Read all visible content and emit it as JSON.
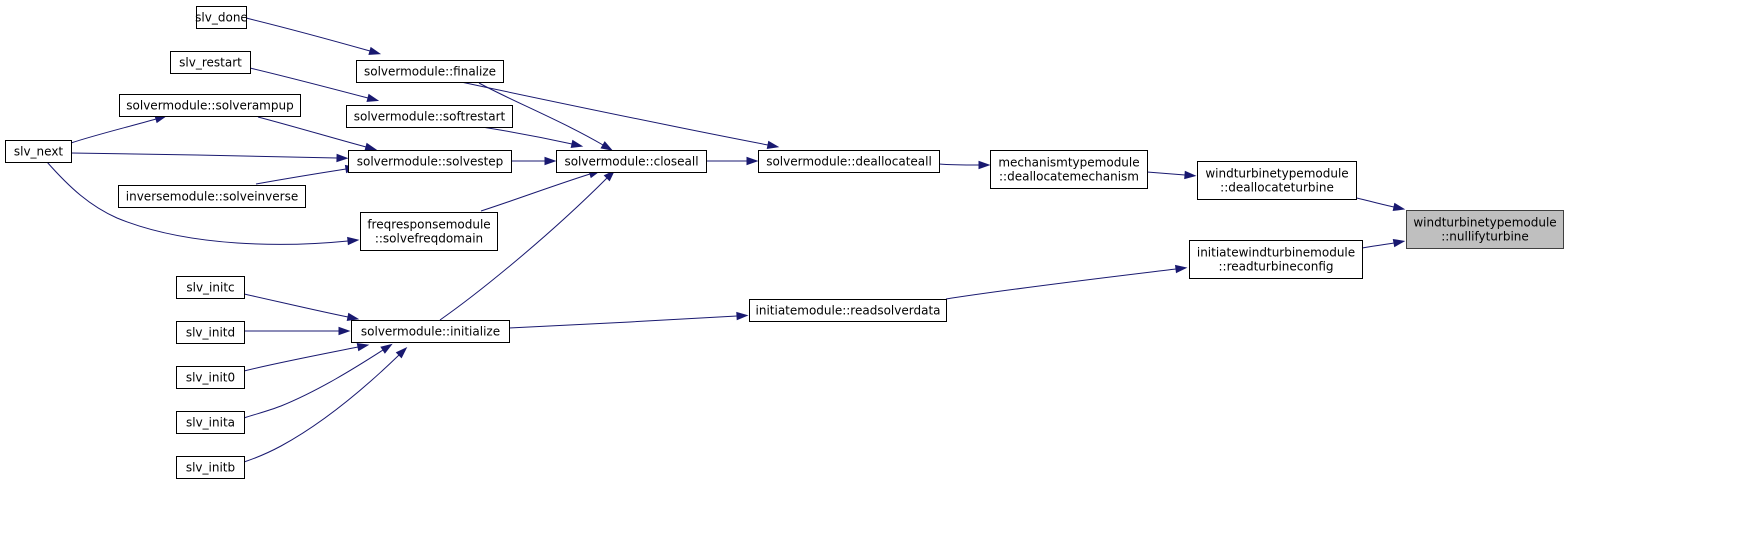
{
  "diagram": {
    "type": "call-graph",
    "colors": {
      "edge": "#191970",
      "node_border": "#000000",
      "focus_fill": "#bfbfbf",
      "focus_border": "#404040",
      "background": "#ffffff"
    },
    "nodes": [
      {
        "id": "slv_done",
        "lines": [
          "slv_done"
        ]
      },
      {
        "id": "slv_restart",
        "lines": [
          "slv_restart"
        ]
      },
      {
        "id": "solverampup",
        "lines": [
          "solvermodule::solverampup"
        ]
      },
      {
        "id": "slv_next",
        "lines": [
          "slv_next"
        ]
      },
      {
        "id": "solveinverse",
        "lines": [
          "inversemodule::solveinverse"
        ]
      },
      {
        "id": "finalize",
        "lines": [
          "solvermodule::finalize"
        ]
      },
      {
        "id": "softrestart",
        "lines": [
          "solvermodule::softrestart"
        ]
      },
      {
        "id": "solvestep",
        "lines": [
          "solvermodule::solvestep"
        ]
      },
      {
        "id": "solvefreqdomain",
        "lines": [
          "freqresponsemodule",
          "::solvefreqdomain"
        ]
      },
      {
        "id": "slv_initc",
        "lines": [
          "slv_initc"
        ]
      },
      {
        "id": "slv_initd",
        "lines": [
          "slv_initd"
        ]
      },
      {
        "id": "slv_init0",
        "lines": [
          "slv_init0"
        ]
      },
      {
        "id": "slv_inita",
        "lines": [
          "slv_inita"
        ]
      },
      {
        "id": "slv_initb",
        "lines": [
          "slv_initb"
        ]
      },
      {
        "id": "initialize",
        "lines": [
          "solvermodule::initialize"
        ]
      },
      {
        "id": "closeall",
        "lines": [
          "solvermodule::closeall"
        ]
      },
      {
        "id": "deallocateall",
        "lines": [
          "solvermodule::deallocateall"
        ]
      },
      {
        "id": "readsolverdata",
        "lines": [
          "initiatemodule::readsolverdata"
        ]
      },
      {
        "id": "deallocatemechanism",
        "lines": [
          "mechanismtypemodule",
          "::deallocatemechanism"
        ]
      },
      {
        "id": "deallocateturbine",
        "lines": [
          "windturbinetypemodule",
          "::deallocateturbine"
        ]
      },
      {
        "id": "readturbineconfig",
        "lines": [
          "initiatewindturbinemodule",
          "::readturbineconfig"
        ]
      },
      {
        "id": "nullifyturbine",
        "lines": [
          "windturbinetypemodule",
          "::nullifyturbine"
        ],
        "focus": true
      }
    ],
    "edges": [
      {
        "from": "slv_done",
        "to": "finalize"
      },
      {
        "from": "slv_restart",
        "to": "softrestart"
      },
      {
        "from": "slv_next",
        "to": "solverampup"
      },
      {
        "from": "slv_next",
        "to": "solvestep"
      },
      {
        "from": "slv_next",
        "to": "solvefreqdomain"
      },
      {
        "from": "solverampup",
        "to": "solvestep"
      },
      {
        "from": "solveinverse",
        "to": "solvestep"
      },
      {
        "from": "finalize",
        "to": "closeall"
      },
      {
        "from": "softrestart",
        "to": "closeall"
      },
      {
        "from": "solvestep",
        "to": "closeall"
      },
      {
        "from": "solvefreqdomain",
        "to": "closeall"
      },
      {
        "from": "initialize",
        "to": "closeall"
      },
      {
        "from": "finalize",
        "to": "deallocateall"
      },
      {
        "from": "closeall",
        "to": "deallocateall"
      },
      {
        "from": "slv_initc",
        "to": "initialize"
      },
      {
        "from": "slv_initd",
        "to": "initialize"
      },
      {
        "from": "slv_init0",
        "to": "initialize"
      },
      {
        "from": "slv_inita",
        "to": "initialize"
      },
      {
        "from": "slv_initb",
        "to": "initialize"
      },
      {
        "from": "initialize",
        "to": "readsolverdata"
      },
      {
        "from": "deallocateall",
        "to": "deallocatemechanism"
      },
      {
        "from": "deallocatemechanism",
        "to": "deallocateturbine"
      },
      {
        "from": "readsolverdata",
        "to": "readturbineconfig"
      },
      {
        "from": "deallocateturbine",
        "to": "nullifyturbine"
      },
      {
        "from": "readturbineconfig",
        "to": "nullifyturbine"
      }
    ]
  }
}
